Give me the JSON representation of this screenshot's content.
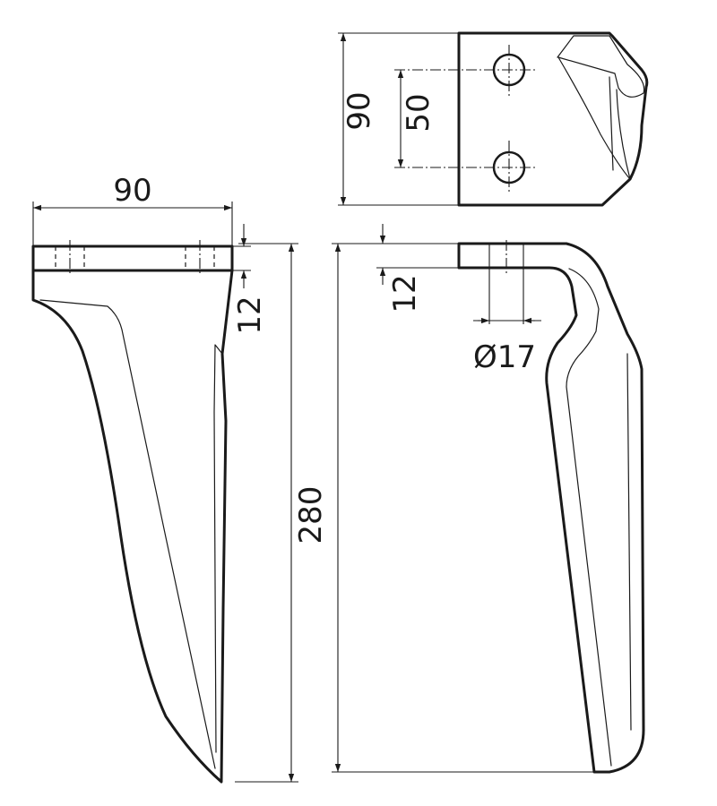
{
  "dimensions": {
    "top_plate_height": "90",
    "hole_spacing": "50",
    "plate_width": "90",
    "plate_thickness_left": "12",
    "plate_thickness_right": "12",
    "hole_diameter": "Ø17",
    "total_length": "280"
  },
  "colors": {
    "line": "#1a1a1a",
    "background": "#ffffff"
  }
}
